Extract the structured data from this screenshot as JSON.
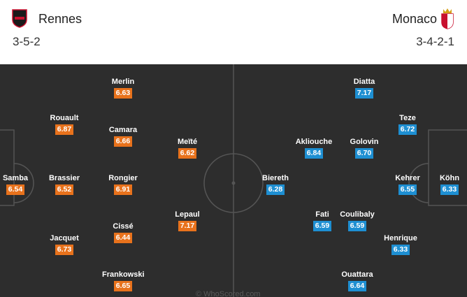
{
  "home": {
    "name": "Rennes",
    "formation": "3-5-2",
    "players": [
      {
        "name": "Samba",
        "rating": "6.54"
      },
      {
        "name": "Rouault",
        "rating": "6.87"
      },
      {
        "name": "Brassier",
        "rating": "6.52"
      },
      {
        "name": "Jacquet",
        "rating": "6.73"
      },
      {
        "name": "Merlin",
        "rating": "6.63"
      },
      {
        "name": "Camara",
        "rating": "6.66"
      },
      {
        "name": "Rongier",
        "rating": "6.91"
      },
      {
        "name": "Cissé",
        "rating": "6.44"
      },
      {
        "name": "Frankowski",
        "rating": "6.65"
      },
      {
        "name": "Meïté",
        "rating": "6.62"
      },
      {
        "name": "Lepaul",
        "rating": "7.17"
      }
    ]
  },
  "away": {
    "name": "Monaco",
    "formation": "3-4-2-1",
    "players": [
      {
        "name": "Köhn",
        "rating": "6.33"
      },
      {
        "name": "Teze",
        "rating": "6.72"
      },
      {
        "name": "Kehrer",
        "rating": "6.55"
      },
      {
        "name": "Henrique",
        "rating": "6.33"
      },
      {
        "name": "Diatta",
        "rating": "7.17"
      },
      {
        "name": "Golovin",
        "rating": "6.70"
      },
      {
        "name": "Coulibaly",
        "rating": "6.59"
      },
      {
        "name": "Ouattara",
        "rating": "6.64"
      },
      {
        "name": "Akliouche",
        "rating": "6.84"
      },
      {
        "name": "Fati",
        "rating": "6.59"
      },
      {
        "name": "Biereth",
        "rating": "6.28"
      }
    ]
  },
  "watermark": "© WhoScored.com",
  "colors": {
    "home_rating": "#e8721c",
    "away_rating": "#1e8fd2",
    "pitch": "#2d2d2d",
    "lines": "#555555"
  }
}
